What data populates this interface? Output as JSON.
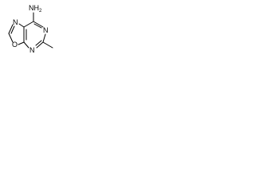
{
  "molecule": {
    "atoms": {
      "amine": "NH2",
      "oxazole_o": "O",
      "oxazole_n": "N",
      "pyrimidine_n_top": "N",
      "pyrimidine_n_bottom": "N"
    }
  },
  "colors": {
    "bond": "#000000",
    "background": "#ffffff"
  }
}
